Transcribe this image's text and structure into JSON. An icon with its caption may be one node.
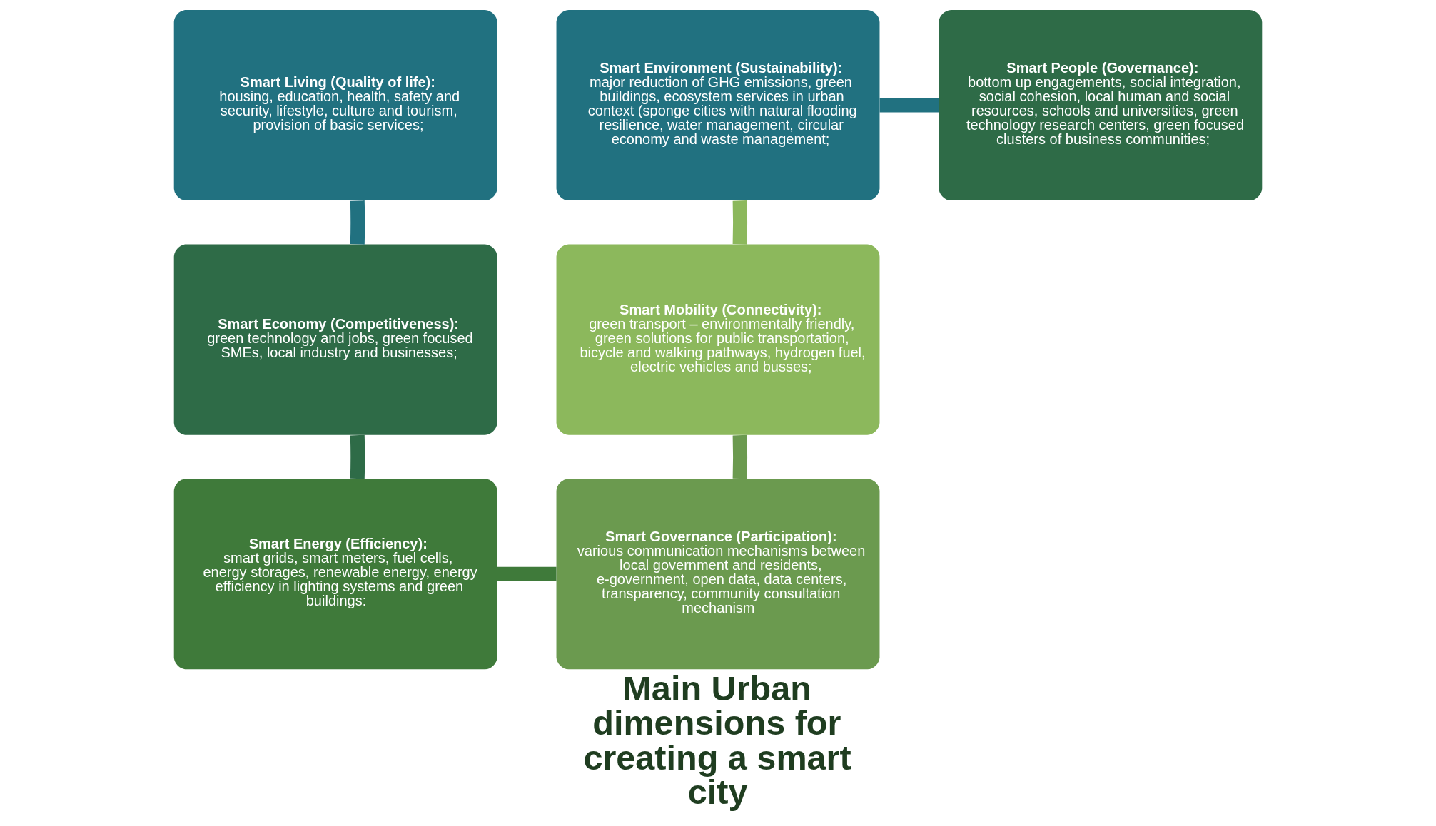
{
  "diagram": {
    "title": "Main Urban dimensions for creating a smart city",
    "nodes": [
      {
        "text": [
          "Smart Living (Quality of life):",
          "housing, education, health, safety and security, lifestyle, culture and tourism, provision of basic services;"
        ]
      },
      {
        "text": [
          "Smart Environment (Sustainability):",
          "major reduction of GHG emissions, green buildings, ecosystem services in urban context (sponge cities with natural flooding resilience, water management, circular economy and waste management;"
        ]
      },
      {
        "text": [
          "Smart People (Governance):",
          "bottom up engagements, social integration, social cohesion, local human and social resources, schools and universities, green technology research centers, green focused clusters of business communities;"
        ]
      },
      {
        "text": [
          "Smart Economy (Competitiveness):",
          "green technology and jobs, green focused SMEs, local industry and businesses;"
        ]
      },
      {
        "text": [
          "Smart Mobility (Connectivity):",
          "green transport – environmentally friendly, green solutions for public transportation, bicycle and walking pathways, hydrogen fuel, electric vehicles and busses;"
        ]
      },
      {
        "text": [
          "Smart Energy (Efficiency):",
          "smart grids, smart meters, fuel cells, energy storages, renewable energy, energy efficiency in lighting systems and green buildings:"
        ]
      },
      {
        "text": [
          "Smart Governance (Participation):",
          "various communication mechanisms between local government and residents, e-government, open data, data centers, transparency, community consultation mechanism"
        ]
      }
    ],
    "edges": [
      {
        "from": 0,
        "to": 3,
        "arrow": "none",
        "color": "#217180"
      },
      {
        "from": 3,
        "to": 5,
        "arrow": "none",
        "color": "#2e6b47"
      },
      {
        "from": 5,
        "to": 6,
        "arrow": "none",
        "color": "#3f7a3a"
      },
      {
        "from": 6,
        "to": 4,
        "arrow": "none",
        "color": "#6b9a4f"
      },
      {
        "from": 4,
        "to": 1,
        "arrow": "none",
        "color": "#8cb85c"
      },
      {
        "from": 1,
        "to": 2,
        "arrow": "none",
        "color": "#217180"
      }
    ]
  }
}
